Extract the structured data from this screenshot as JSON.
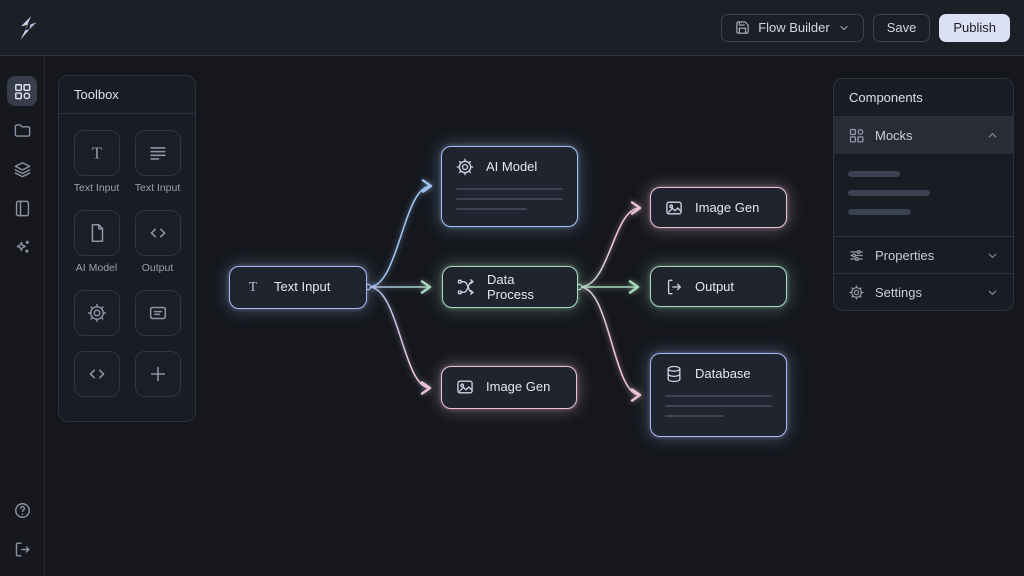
{
  "topbar": {
    "logo_icon": "flow-logo",
    "flow_builder_label": "Flow Builder",
    "save_label": "Save",
    "publish_label": "Publish"
  },
  "sidebar": {
    "items": [
      {
        "icon": "dashboard-grid-icon",
        "active": true
      },
      {
        "icon": "folder-icon",
        "active": false
      },
      {
        "icon": "layers-icon",
        "active": false
      },
      {
        "icon": "book-icon",
        "active": false
      },
      {
        "icon": "sparkles-icon",
        "active": false
      }
    ],
    "footer": [
      {
        "icon": "help-icon"
      },
      {
        "icon": "logout-icon"
      }
    ]
  },
  "toolbox": {
    "title": "Toolbox",
    "items": [
      {
        "icon": "text-icon",
        "label": "Text Input"
      },
      {
        "icon": "align-left-icon",
        "label": "Text Input"
      },
      {
        "icon": "file-icon",
        "label": "AI Model"
      },
      {
        "icon": "code-icon",
        "label": "Output"
      },
      {
        "icon": "gear-icon",
        "label": ""
      },
      {
        "icon": "panel-icon",
        "label": ""
      },
      {
        "icon": "code-icon",
        "label": ""
      },
      {
        "icon": "plus-icon",
        "label": ""
      }
    ]
  },
  "flow": {
    "nodes": [
      {
        "id": "text-input",
        "label": "Text Input",
        "icon": "text-icon",
        "accent": "#a9b8ef"
      },
      {
        "id": "ai-model",
        "label": "AI Model",
        "icon": "cog-icon",
        "accent": "#9fc3f2",
        "skeleton_lines": 3
      },
      {
        "id": "data-process",
        "label": "Data Process",
        "icon": "shuffle-icon",
        "accent": "#a9dcbe"
      },
      {
        "id": "image-gen-center",
        "label": "Image Gen",
        "icon": "image-icon",
        "accent": "#eec3d5"
      },
      {
        "id": "image-gen-right",
        "label": "Image Gen",
        "icon": "image-icon",
        "accent": "#eec3d5"
      },
      {
        "id": "output",
        "label": "Output",
        "icon": "export-icon",
        "accent": "#a9dcbe"
      },
      {
        "id": "database",
        "label": "Database",
        "icon": "database-icon",
        "accent": "#a9b8ef",
        "skeleton_lines": 3
      }
    ],
    "edges": [
      {
        "from": "text-input",
        "to": "ai-model",
        "color": "#9fc3f2"
      },
      {
        "from": "text-input",
        "to": "data-process",
        "color_start": "#a9b8ef",
        "color_end": "#a9dcbe"
      },
      {
        "from": "text-input",
        "to": "image-gen-center",
        "color_start": "#a9b8ef",
        "color_end": "#eec3d5"
      },
      {
        "from": "data-process",
        "to": "image-gen-right",
        "color_start": "#a9dcbe",
        "color_end": "#eec3d5"
      },
      {
        "from": "data-process",
        "to": "output",
        "color": "#a9dcbe"
      },
      {
        "from": "data-process",
        "to": "database",
        "color_start": "#a9dcbe",
        "color_end": "#eec3d5"
      }
    ]
  },
  "components_panel": {
    "title": "Components",
    "sections": [
      {
        "icon": "grid-icon",
        "label": "Mocks",
        "expanded": true,
        "active": true
      },
      {
        "icon": "sliders-icon",
        "label": "Properties",
        "expanded": false
      },
      {
        "icon": "gear-icon",
        "label": "Settings",
        "expanded": false
      }
    ]
  },
  "icons": {
    "t_glyph": "T"
  },
  "theme": {
    "background": "#15171d",
    "topbar_bg": "#1c1f26",
    "panel_bg": "#191c23",
    "accent_blue": "#9fc3f2",
    "accent_periwinkle": "#a9b8ef",
    "accent_green": "#a9dcbe",
    "accent_pink": "#eec3d5",
    "publish_bg": "#dce1f3"
  }
}
